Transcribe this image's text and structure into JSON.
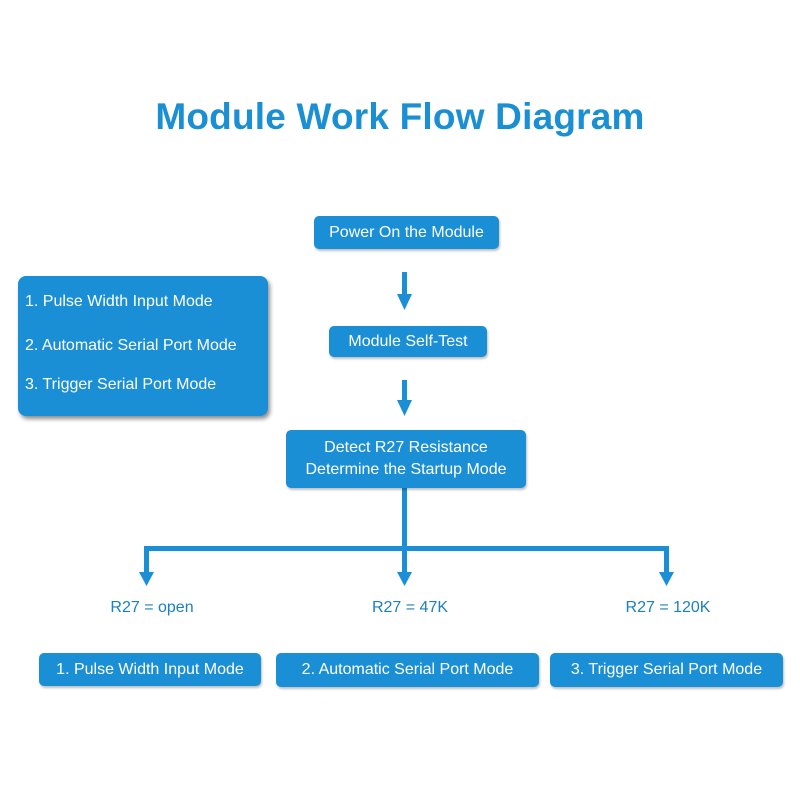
{
  "title": "Module Work Flow Diagram",
  "colors": {
    "primary": "#1b8fd6",
    "title": "#1a8fd3",
    "text_on_box": "#ffffff",
    "condition_text": "#1a7fc4"
  },
  "legend": {
    "items": [
      "1. Pulse Width Input Mode",
      "2. Automatic Serial Port Mode",
      "3. Trigger Serial Port Mode"
    ]
  },
  "steps": {
    "power_on": "Power On the Module",
    "self_test": "Module Self-Test",
    "detect_line1": "Detect R27 Resistance",
    "detect_line2": "Determine the Startup Mode"
  },
  "branches": [
    {
      "condition": "R27 = open",
      "mode": "1. Pulse Width Input Mode"
    },
    {
      "condition": "R27 = 47K",
      "mode": "2. Automatic Serial Port Mode"
    },
    {
      "condition": "R27 = 120K",
      "mode": "3. Trigger Serial Port Mode"
    }
  ]
}
